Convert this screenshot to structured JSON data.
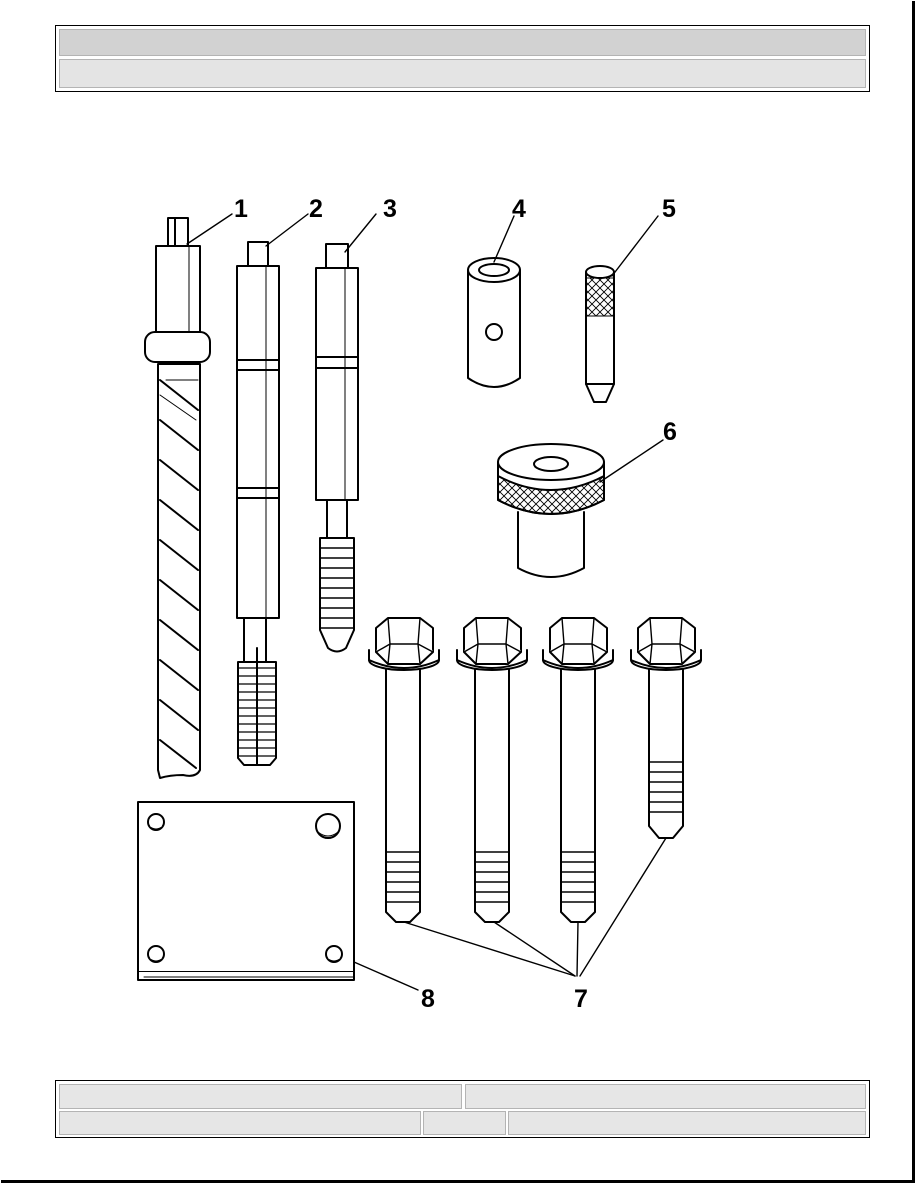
{
  "header": {
    "row1_text": "",
    "row2_text": ""
  },
  "figure": {
    "callouts": [
      {
        "id": "1",
        "label": "1"
      },
      {
        "id": "2",
        "label": "2"
      },
      {
        "id": "3",
        "label": "3"
      },
      {
        "id": "4",
        "label": "4"
      },
      {
        "id": "5",
        "label": "5"
      },
      {
        "id": "6",
        "label": "6"
      },
      {
        "id": "7",
        "label": "7"
      },
      {
        "id": "8",
        "label": "8"
      }
    ]
  },
  "footer": {
    "cell1": "",
    "cell2": "",
    "cell3": "",
    "cell4": "",
    "cell5": ""
  }
}
